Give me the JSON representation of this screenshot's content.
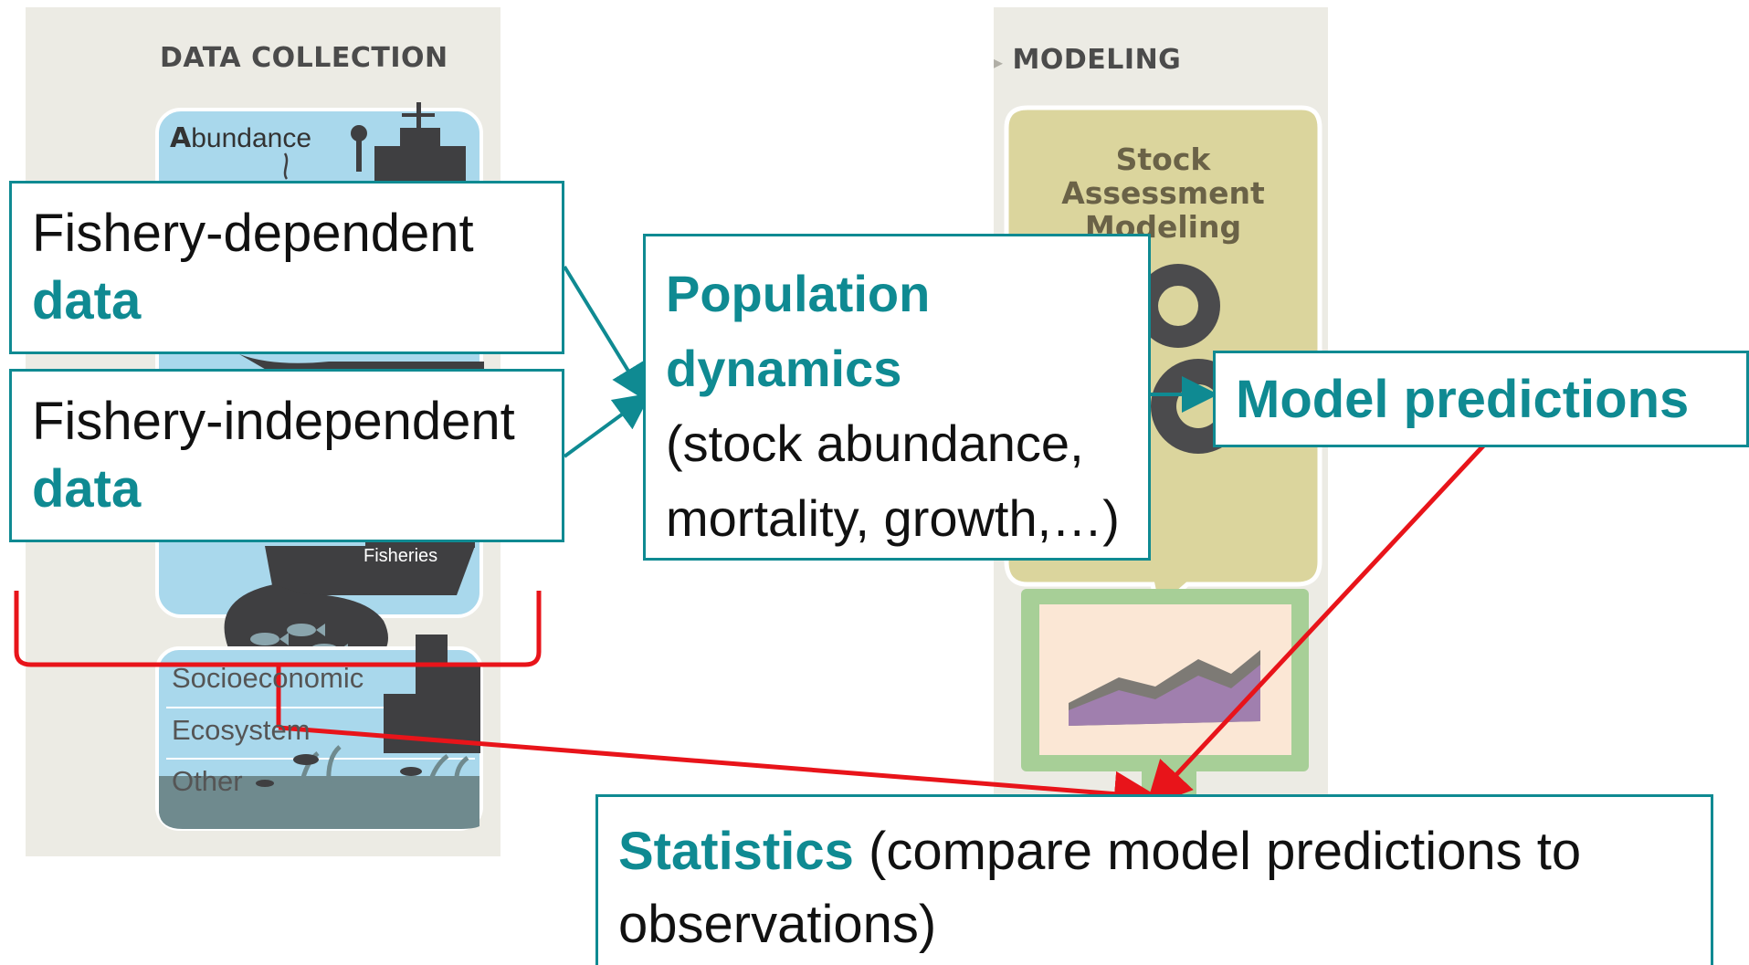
{
  "left_panel": {
    "header": "DATA COLLECTION",
    "abundance_initial": "A",
    "abundance_rest": "bundance",
    "fisheries_label": "Fisheries",
    "socio_items": [
      "Socioeconomic",
      "Ecosystem",
      "Other"
    ]
  },
  "right_panel": {
    "header": "MODELING",
    "stock_lines": [
      "Stock",
      "Assessment",
      "Modeling"
    ]
  },
  "boxes": {
    "fishery_dependent": {
      "line1": "Fishery-dependent",
      "highlight": "data"
    },
    "fishery_independent": {
      "line1": "Fishery-independent",
      "highlight": "data"
    },
    "population": {
      "title_line1": "Population",
      "title_line2": "dynamics",
      "detail_line1": "(stock abundance,",
      "detail_line2": "mortality, growth,…)"
    },
    "model_predictions": {
      "label": "Model predictions"
    },
    "statistics": {
      "highlight": "Statistics",
      "line1_rest": " (compare model predictions to",
      "line2": "observations)"
    }
  },
  "colors": {
    "teal": "#0f8a92",
    "red": "#e8141a",
    "panel_bg": "#ecebe4",
    "water": "#a9d8ec",
    "dark_shape": "#3f3f41",
    "tan": "#dbd59d",
    "monitor_green": "#a7cf97"
  }
}
